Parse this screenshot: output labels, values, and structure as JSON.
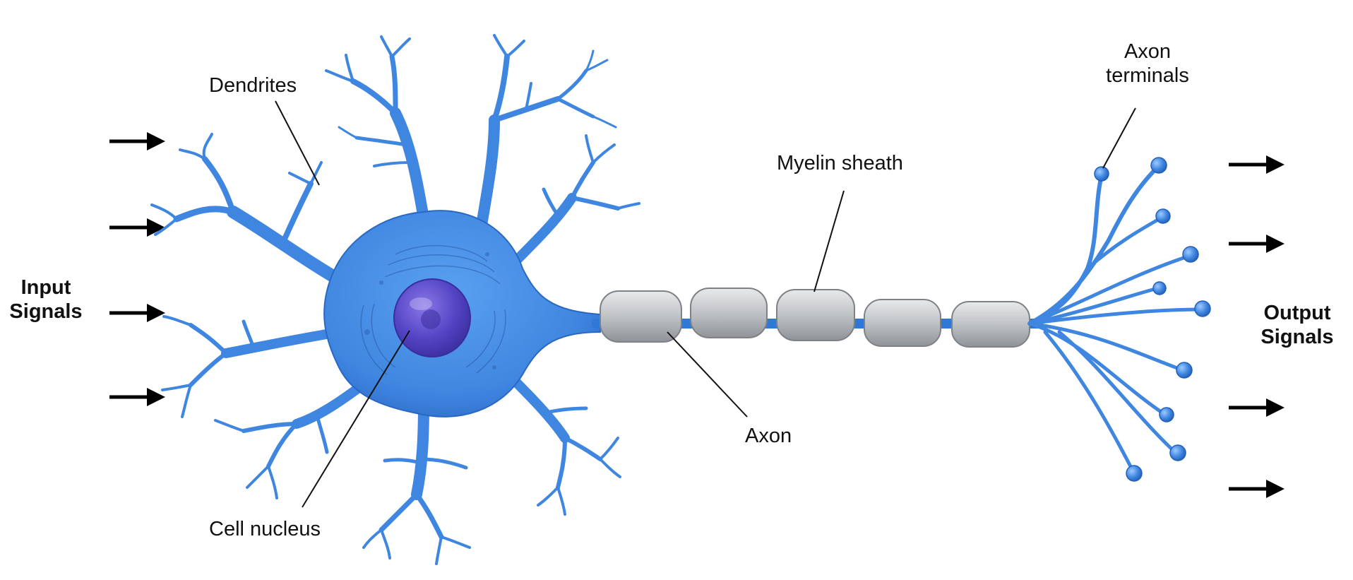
{
  "labels": {
    "input_signals": [
      "Input",
      "Signals"
    ],
    "output_signals": [
      "Output",
      "Signals"
    ],
    "dendrites": "Dendrites",
    "cell_nucleus": "Cell nucleus",
    "myelin_sheath": "Myelin sheath",
    "axon": "Axon",
    "axon_terminals": [
      "Axon",
      "terminals"
    ]
  },
  "colors": {
    "neuron_blue": "#3f86e0",
    "neuron_dark": "#2360b8",
    "nucleus": "#4b3fb5",
    "myelin": "#b9bcc0",
    "arrow": "#000000"
  }
}
